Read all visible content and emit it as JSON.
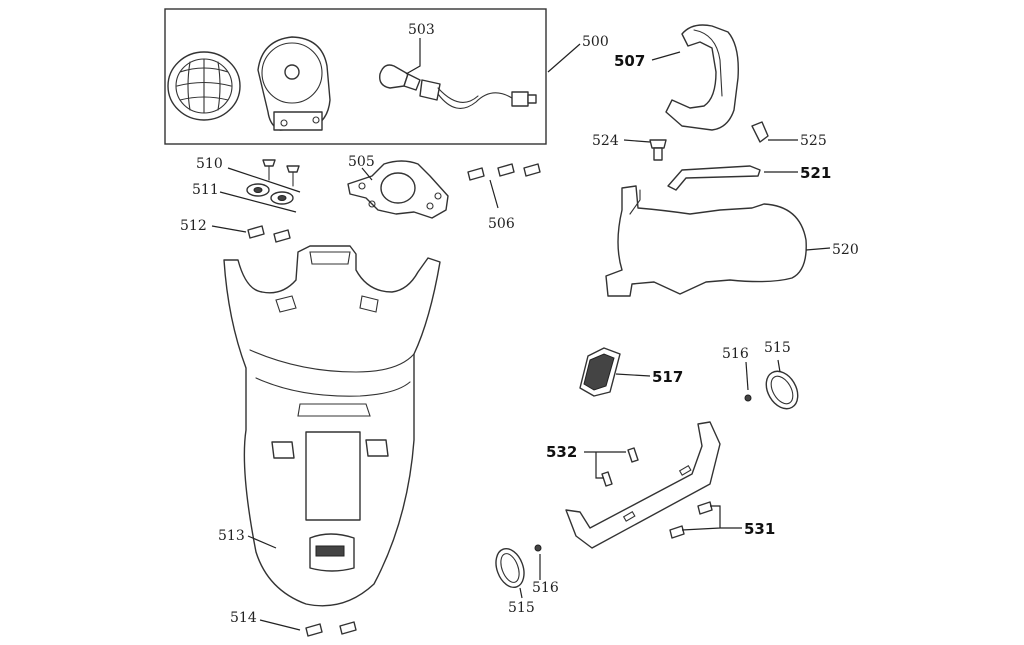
{
  "diagram": {
    "callouts": {
      "c500": "500",
      "c503": "503",
      "c505": "505",
      "c506": "506",
      "c507": "507",
      "c510": "510",
      "c511": "511",
      "c512": "512",
      "c513": "513",
      "c514": "514",
      "c515a": "515",
      "c515b": "515",
      "c516a": "516",
      "c516b": "516",
      "c517": "517",
      "c520": "520",
      "c521": "521",
      "c524": "524",
      "c525": "525",
      "c531": "531",
      "c532": "532"
    }
  }
}
